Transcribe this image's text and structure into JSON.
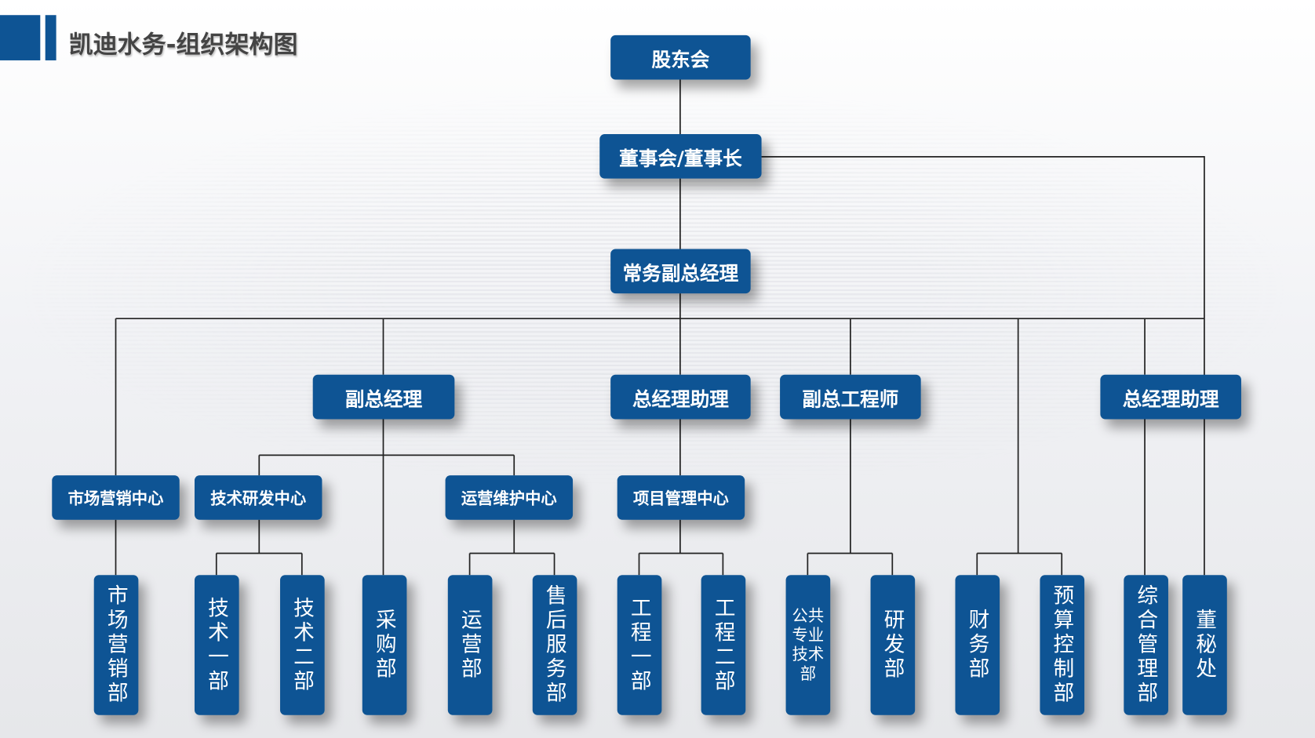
{
  "title": "凯迪水务-组织架构图",
  "colors": {
    "box": "#0e5494",
    "line": "#222222",
    "title": "#444444"
  },
  "top": {
    "shareholders": "股东会",
    "board": "董事会/董事长",
    "exec_vp": "常务副总经理"
  },
  "mid": {
    "vp": "副总经理",
    "gm_assistant_1": "总经理助理",
    "deputy_chief_engineer": "副总工程师",
    "gm_assistant_2": "总经理助理"
  },
  "centers": {
    "marketing": "市场营销中心",
    "rnd": "技术研发中心",
    "ops": "运营维护中心",
    "project": "项目管理中心"
  },
  "depts": [
    "市场营销部",
    "技术一部",
    "技术二部",
    "采购部",
    "运营部",
    "售后服务部",
    "工程一部",
    "工程二部",
    "公共\n专业\n技术\n部",
    "研发部",
    "财务部",
    "预算控制部",
    "综合管理部",
    "董秘处"
  ]
}
